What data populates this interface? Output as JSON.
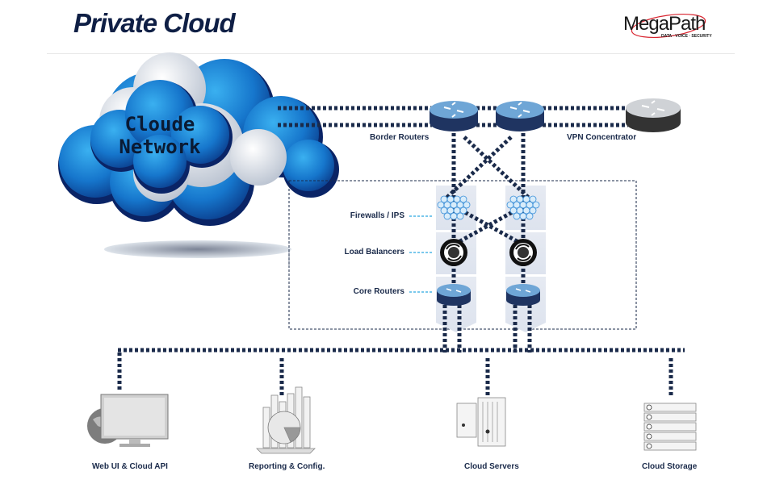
{
  "header": {
    "title": "Private Cloud",
    "logo": {
      "name": "MegaPath",
      "tagline": "DATA · VOICE · SECURITY",
      "accent_color": "#d8242f"
    }
  },
  "cloud": {
    "line1": "Cloude",
    "line2": "Network",
    "colors": {
      "blue": "#1a73c9",
      "dark": "#0b2a6e",
      "white": "#e8ecf2"
    }
  },
  "labels": {
    "border_routers": "Border Routers",
    "vpn_concentrator": "VPN Concentrator",
    "firewalls": "Firewalls / IPS",
    "load_balancers": "Load Balancers",
    "core_routers": "Core Routers"
  },
  "endpoints": [
    {
      "label": "Web UI & Cloud API",
      "icon": "monitor-globe-icon"
    },
    {
      "label": "Reporting & Config.",
      "icon": "reporting-chart-icon"
    },
    {
      "label": "Cloud Servers",
      "icon": "server-icon"
    },
    {
      "label": "Cloud Storage",
      "icon": "storage-rack-icon"
    }
  ],
  "colors": {
    "link": "#1a2a4a",
    "accent_dash": "#29a8e0",
    "router_top": "#6fa6d6",
    "router_side": "#1f3461",
    "vpn_top": "#cfd2d6",
    "vpn_side": "#333333",
    "panel": "#e4e8f0"
  }
}
